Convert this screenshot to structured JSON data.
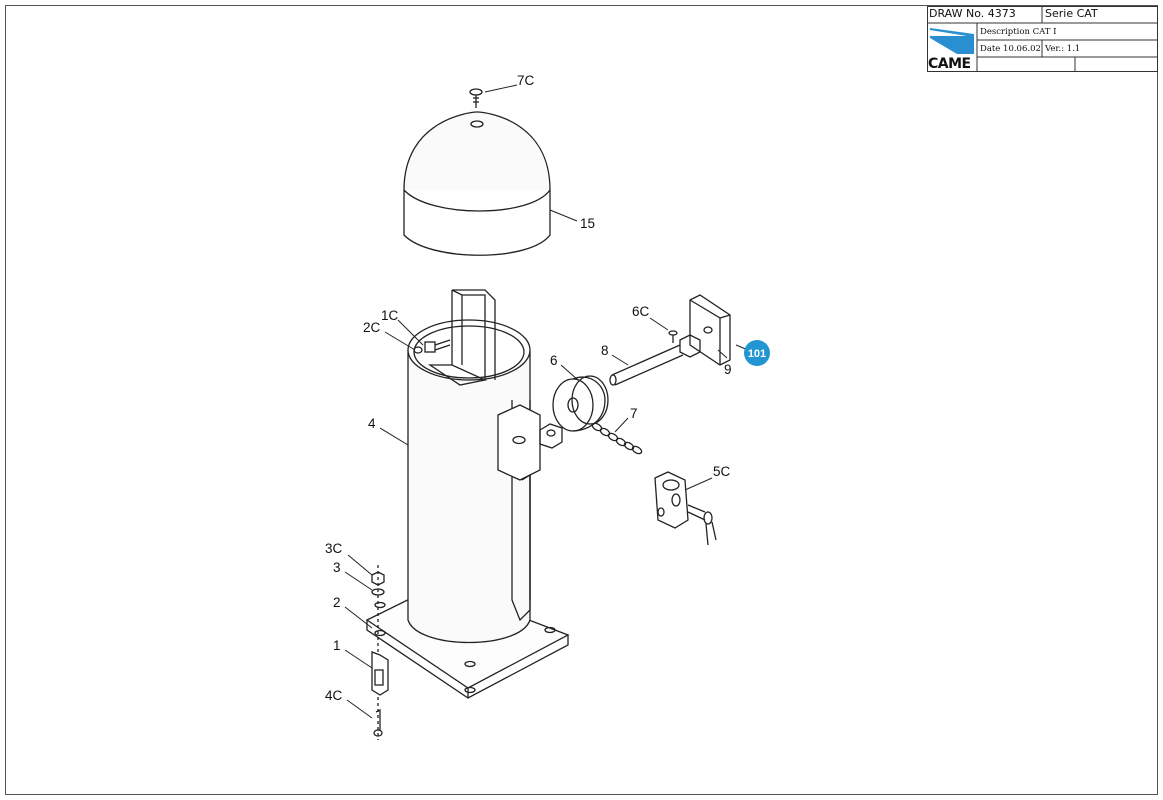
{
  "title_block": {
    "draw_no": "DRAW No. 4373",
    "serie": "Serie CAT",
    "description": "Description CAT I",
    "date": "Date 10.06.02",
    "version": "Ver.: 1.1",
    "logo_text": "CAME",
    "logo_color": "#2a8fd0"
  },
  "callouts": {
    "c7C": "7C",
    "c15": "15",
    "c1C": "1C",
    "c2C": "2C",
    "c4": "4",
    "c6C": "6C",
    "c8": "8",
    "c6": "6",
    "c9": "9",
    "c7": "7",
    "c5C": "5C",
    "c3C": "3C",
    "c3": "3",
    "c2": "2",
    "c1": "1",
    "c4C": "4C"
  },
  "hotspot": {
    "label": "101",
    "color": "#2196d3"
  }
}
